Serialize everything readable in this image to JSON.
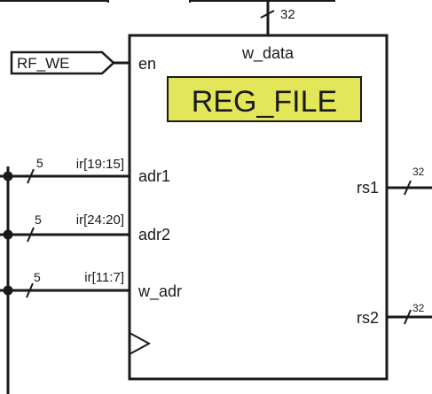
{
  "block": {
    "title": "REG_FILE",
    "title_bg": "#e4e65a",
    "top_port": "w_data",
    "left_ports": {
      "en": "en",
      "adr1": "adr1",
      "adr2": "adr2",
      "w_adr": "w_adr"
    },
    "right_ports": {
      "rs1": "rs1",
      "rs2": "rs2"
    }
  },
  "inputs": {
    "rf_we": "RF_WE",
    "ir_adr1": "ir[19:15]",
    "ir_adr2": "ir[24:20]",
    "ir_wadr": "ir[11:7]"
  },
  "bus_widths": {
    "w_data": "32",
    "adr1": "5",
    "adr2": "5",
    "w_adr": "5",
    "rs1": "32",
    "rs2": "32"
  }
}
